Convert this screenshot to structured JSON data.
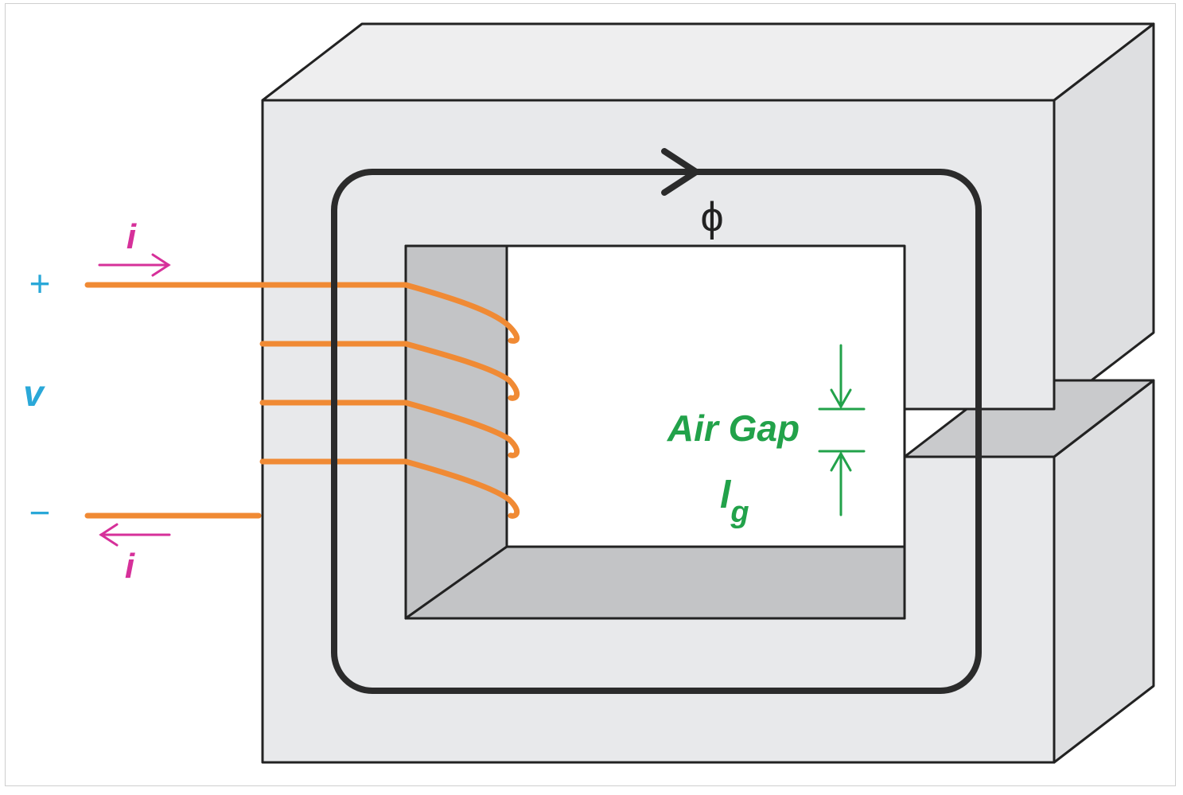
{
  "labels": {
    "flux": "ϕ",
    "current_top": "i",
    "current_bottom": "i",
    "plus": "+",
    "minus": "−",
    "voltage": "v",
    "air_gap": "Air Gap",
    "gap_length_main": "l",
    "gap_length_sub": "g"
  },
  "colors": {
    "core_face": "#e8e9eb",
    "core_shadow": "#c3c4c6",
    "outline": "#222222",
    "winding": "#f08a34",
    "flux_path": "#2b2b2b",
    "voltage_text": "#2aa8d8",
    "current_text": "#d6309a",
    "gap_text": "#22a24a"
  }
}
